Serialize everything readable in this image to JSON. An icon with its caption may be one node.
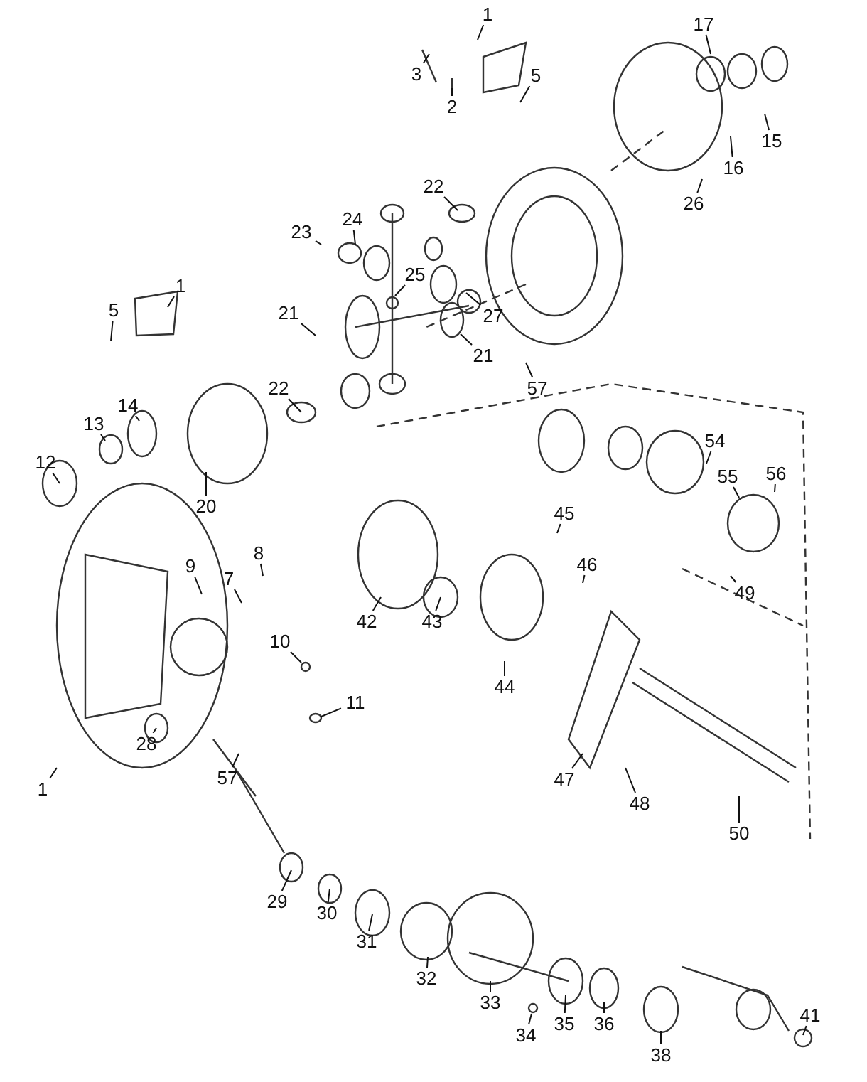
{
  "diagram": {
    "nodes": [
      {
        "text": [
          "1"
        ]
      },
      {
        "text": [
          "3"
        ]
      },
      {
        "text": [
          "2"
        ]
      },
      {
        "text": [
          "5"
        ]
      },
      {
        "text": [
          "17"
        ]
      },
      {
        "text": [
          "15"
        ]
      },
      {
        "text": [
          "16"
        ]
      },
      {
        "text": [
          "22"
        ]
      },
      {
        "text": [
          "26"
        ]
      },
      {
        "text": [
          "24"
        ]
      },
      {
        "text": [
          "23"
        ]
      },
      {
        "text": [
          "25"
        ]
      },
      {
        "text": [
          "1"
        ]
      },
      {
        "text": [
          "5"
        ]
      },
      {
        "text": [
          "21"
        ]
      },
      {
        "text": [
          "27"
        ]
      },
      {
        "text": [
          "21"
        ]
      },
      {
        "text": [
          "22"
        ]
      },
      {
        "text": [
          "57"
        ]
      },
      {
        "text": [
          "14"
        ]
      },
      {
        "text": [
          "13"
        ]
      },
      {
        "text": [
          "12"
        ]
      },
      {
        "text": [
          "20"
        ]
      },
      {
        "text": [
          "54"
        ]
      },
      {
        "text": [
          "56"
        ]
      },
      {
        "text": [
          "55"
        ]
      },
      {
        "text": [
          "45"
        ]
      },
      {
        "text": [
          "9"
        ]
      },
      {
        "text": [
          "8"
        ]
      },
      {
        "text": [
          "7"
        ]
      },
      {
        "text": [
          "46"
        ]
      },
      {
        "text": [
          "49"
        ]
      },
      {
        "text": [
          "42"
        ]
      },
      {
        "text": [
          "43"
        ]
      },
      {
        "text": [
          "10"
        ]
      },
      {
        "text": [
          "44"
        ]
      },
      {
        "text": [
          "11"
        ]
      },
      {
        "text": [
          "28"
        ]
      },
      {
        "text": [
          "1"
        ]
      },
      {
        "text": [
          "57"
        ]
      },
      {
        "text": [
          "47"
        ]
      },
      {
        "text": [
          "48"
        ]
      },
      {
        "text": [
          "50"
        ]
      },
      {
        "text": [
          "29"
        ]
      },
      {
        "text": [
          "30"
        ]
      },
      {
        "text": [
          "31"
        ]
      },
      {
        "text": [
          "32"
        ]
      },
      {
        "text": [
          "33"
        ]
      },
      {
        "text": [
          "34"
        ]
      },
      {
        "text": [
          "35"
        ]
      },
      {
        "text": [
          "36"
        ]
      },
      {
        "text": [
          "38"
        ]
      },
      {
        "text": [
          "41"
        ]
      }
    ],
    "edges": [
      {
        "from": 0,
        "to": null,
        "arrow": "none"
      },
      {
        "from": 1,
        "to": null,
        "arrow": "none"
      },
      {
        "from": 2,
        "to": null,
        "arrow": "none"
      },
      {
        "from": 3,
        "to": null,
        "arrow": "none"
      },
      {
        "from": 4,
        "to": null,
        "arrow": "none"
      },
      {
        "from": 5,
        "to": null,
        "arrow": "none"
      },
      {
        "from": 6,
        "to": null,
        "arrow": "none"
      },
      {
        "from": 7,
        "to": null,
        "arrow": "none"
      },
      {
        "from": 8,
        "to": null,
        "arrow": "none"
      },
      {
        "from": 9,
        "to": null,
        "arrow": "none"
      },
      {
        "from": 10,
        "to": null,
        "arrow": "none"
      },
      {
        "from": 11,
        "to": null,
        "arrow": "none"
      },
      {
        "from": 12,
        "to": null,
        "arrow": "none"
      },
      {
        "from": 13,
        "to": null,
        "arrow": "none"
      },
      {
        "from": 14,
        "to": null,
        "arrow": "none"
      },
      {
        "from": 15,
        "to": null,
        "arrow": "none"
      },
      {
        "from": 16,
        "to": null,
        "arrow": "none"
      },
      {
        "from": 17,
        "to": null,
        "arrow": "none"
      },
      {
        "from": 18,
        "to": null,
        "arrow": "none"
      },
      {
        "from": 19,
        "to": null,
        "arrow": "none"
      },
      {
        "from": 20,
        "to": null,
        "arrow": "none"
      },
      {
        "from": 21,
        "to": null,
        "arrow": "none"
      },
      {
        "from": 22,
        "to": null,
        "arrow": "none"
      },
      {
        "from": 23,
        "to": null,
        "arrow": "none"
      },
      {
        "from": 24,
        "to": null,
        "arrow": "none"
      },
      {
        "from": 25,
        "to": null,
        "arrow": "none"
      },
      {
        "from": 26,
        "to": null,
        "arrow": "none"
      },
      {
        "from": 27,
        "to": null,
        "arrow": "none"
      },
      {
        "from": 28,
        "to": null,
        "arrow": "none"
      },
      {
        "from": 29,
        "to": null,
        "arrow": "none"
      },
      {
        "from": 30,
        "to": null,
        "arrow": "none"
      },
      {
        "from": 31,
        "to": null,
        "arrow": "none"
      },
      {
        "from": 32,
        "to": null,
        "arrow": "none"
      },
      {
        "from": 33,
        "to": null,
        "arrow": "none"
      },
      {
        "from": 34,
        "to": null,
        "arrow": "none"
      },
      {
        "from": 35,
        "to": null,
        "arrow": "none"
      },
      {
        "from": 36,
        "to": null,
        "arrow": "none"
      },
      {
        "from": 37,
        "to": null,
        "arrow": "none"
      },
      {
        "from": 38,
        "to": null,
        "arrow": "none"
      },
      {
        "from": 39,
        "to": null,
        "arrow": "none"
      },
      {
        "from": 40,
        "to": null,
        "arrow": "none"
      },
      {
        "from": 41,
        "to": null,
        "arrow": "none"
      },
      {
        "from": 42,
        "to": null,
        "arrow": "none"
      },
      {
        "from": 43,
        "to": null,
        "arrow": "none"
      },
      {
        "from": 44,
        "to": null,
        "arrow": "none"
      },
      {
        "from": 45,
        "to": null,
        "arrow": "none"
      },
      {
        "from": 46,
        "to": null,
        "arrow": "none"
      },
      {
        "from": 47,
        "to": null,
        "arrow": "none"
      },
      {
        "from": 48,
        "to": null,
        "arrow": "none"
      },
      {
        "from": 49,
        "to": null,
        "arrow": "none"
      },
      {
        "from": 50,
        "to": null,
        "arrow": "none"
      },
      {
        "from": 51,
        "to": null,
        "arrow": "none"
      },
      {
        "from": 52,
        "to": null,
        "arrow": "none"
      }
    ]
  }
}
